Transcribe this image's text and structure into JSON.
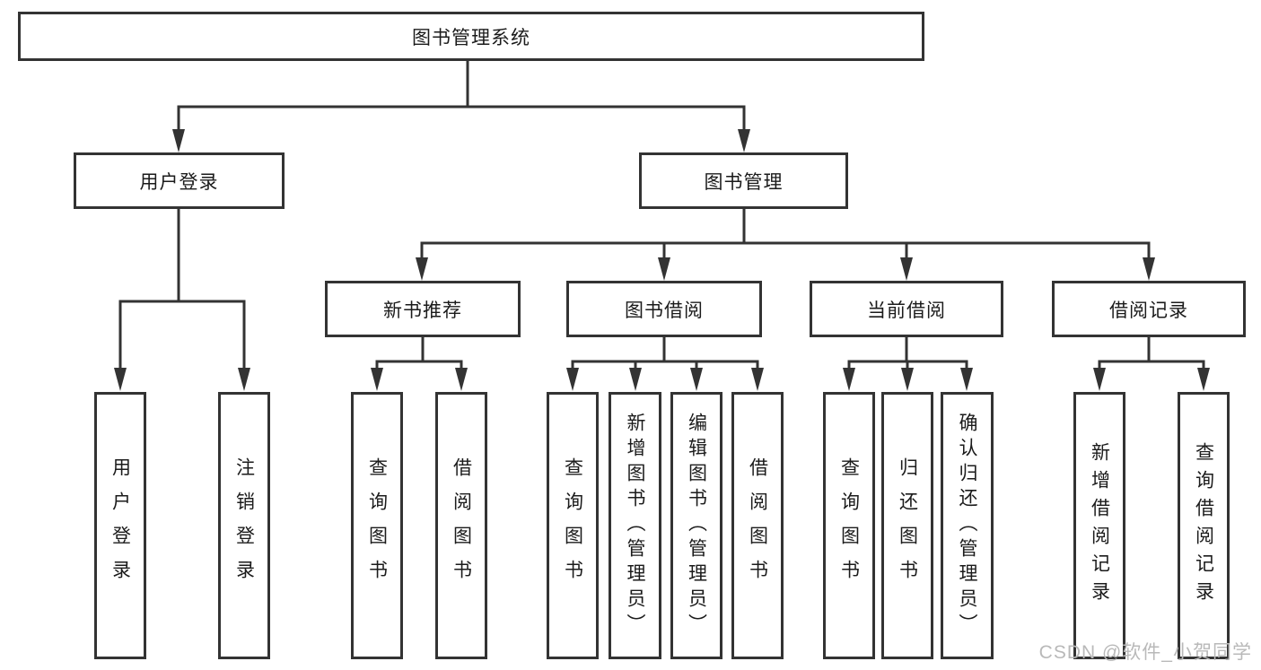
{
  "diagram": {
    "root": {
      "label": "图书管理系统"
    },
    "branches": [
      {
        "label": "用户登录",
        "children": [
          {
            "label": "用户登录"
          },
          {
            "label": "注销登录"
          }
        ]
      },
      {
        "label": "图书管理",
        "groups": [
          {
            "label": "新书推荐",
            "children": [
              {
                "label": "查询图书"
              },
              {
                "label": "借阅图书"
              }
            ]
          },
          {
            "label": "图书借阅",
            "children": [
              {
                "label": "查询图书"
              },
              {
                "label": "新增图书（管理员）"
              },
              {
                "label": "编辑图书（管理员）"
              },
              {
                "label": "借阅图书"
              }
            ]
          },
          {
            "label": "当前借阅",
            "children": [
              {
                "label": "查询图书"
              },
              {
                "label": "归还图书"
              },
              {
                "label": "确认归还（管理员）"
              }
            ]
          },
          {
            "label": "借阅记录",
            "children": [
              {
                "label": "新增借阅记录"
              },
              {
                "label": "查询借阅记录"
              }
            ]
          }
        ]
      }
    ]
  },
  "colors": {
    "line": "#333333",
    "text": "#1b1b1b",
    "watermark": "#b9b9b9"
  },
  "watermark": {
    "text": "CSDN @软件_小贺同学"
  }
}
